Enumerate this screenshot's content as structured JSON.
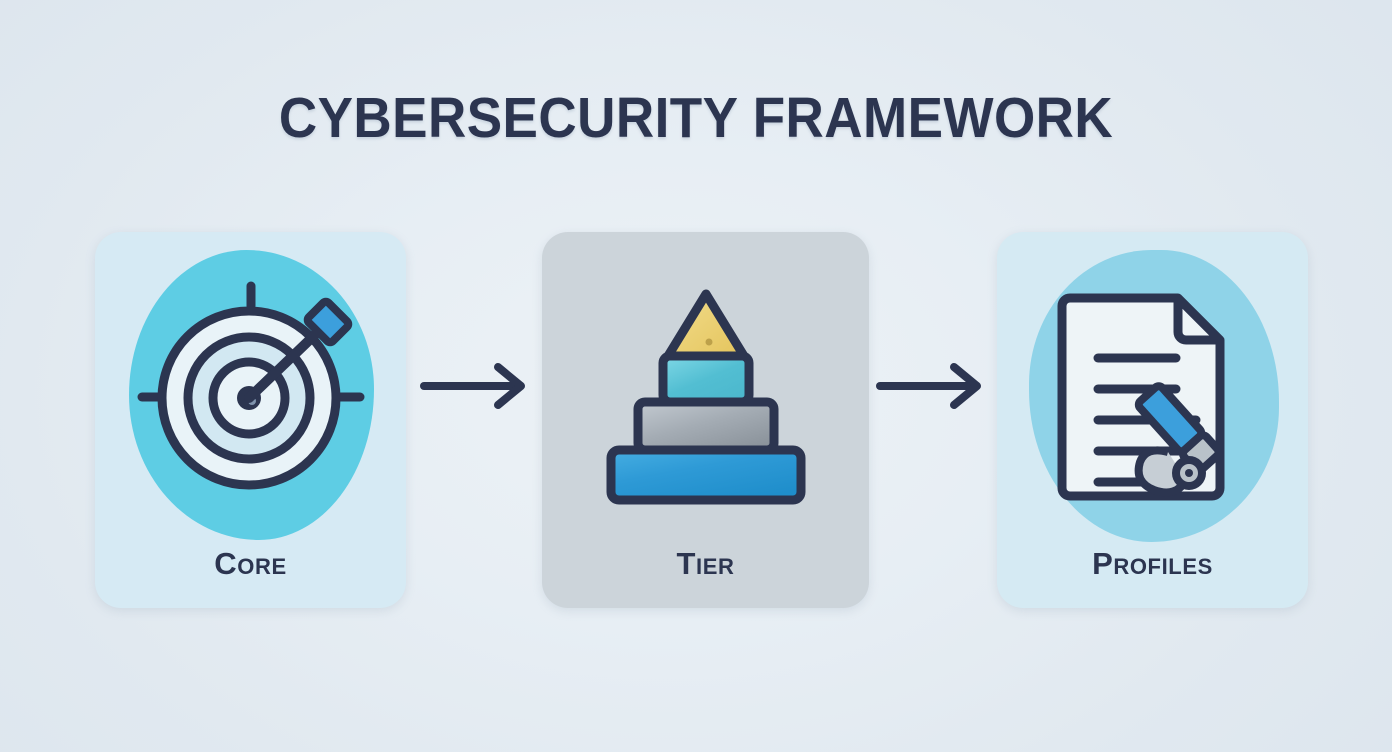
{
  "page": {
    "title": "CYBERSECURITY FRAMEWORK",
    "background_color": "#e2eaf1",
    "title_color": "#2c3550"
  },
  "flow": {
    "direction": "left-to-right",
    "connector_icon": "arrow-right-icon",
    "connector_color": "#2c3550",
    "steps": [
      {
        "label": "Core",
        "icon": "target-bullseye-arrow-icon",
        "card_color": "#d6eaf4",
        "accent_color": "#5ecde4",
        "icon_colors": {
          "ring_stroke": "#2c3550",
          "ring_fill_outer": "#e9f3f8",
          "ring_fill_inner": "#cfe6f0",
          "dart_fletching": "#3c9fdc"
        }
      },
      {
        "label": "Tier",
        "icon": "layered-pyramid-icon",
        "card_color": "#ccd4da",
        "accent_color": "#9ba3ab",
        "icon_colors": {
          "apex_triangle": "#ecd06f",
          "tier_2_bar": "#5bc4d8",
          "tier_3_bar": "#9ba3ab",
          "tier_4_bar": "#2e9ad6",
          "outline": "#2c3550"
        }
      },
      {
        "label": "Profiles",
        "icon": "document-with-pen-icon",
        "card_color": "#d5eaf3",
        "accent_color": "#8fd3e8",
        "icon_colors": {
          "paper_fill": "#eef4f7",
          "paper_outline": "#2c3550",
          "text_lines": "#2c3550",
          "pen_body": "#3c9fdc",
          "pen_grip": "#b9c2c9"
        }
      }
    ]
  },
  "arrows": [
    {
      "name": "arrow-core-to-tier"
    },
    {
      "name": "arrow-tier-to-profiles"
    }
  ]
}
